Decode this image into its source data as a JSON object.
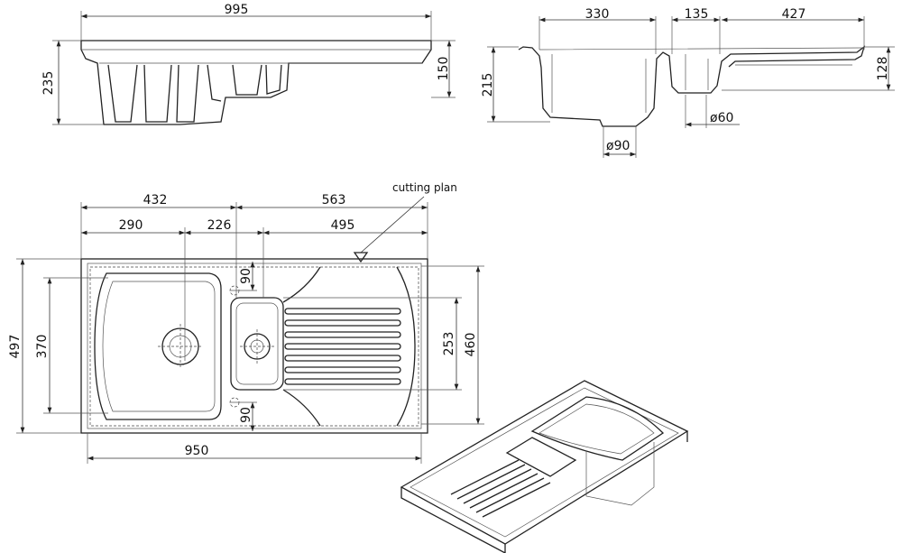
{
  "side_view": {
    "width": "995",
    "height": "235",
    "depth": "150"
  },
  "section_view": {
    "bowl_width": "330",
    "small_bowl_width": "135",
    "drainer_width": "427",
    "height": "215",
    "small_height": "128",
    "small_waste": "ø60",
    "main_waste": "ø90"
  },
  "plan_view": {
    "cutting_plan_label": "cutting plan",
    "dim_432": "432",
    "dim_563": "563",
    "dim_290": "290",
    "dim_226": "226",
    "dim_495": "495",
    "dim_90_top": "90",
    "dim_90_bottom": "90",
    "dim_497": "497",
    "dim_370": "370",
    "dim_253": "253",
    "dim_460": "460",
    "dim_950": "950"
  }
}
